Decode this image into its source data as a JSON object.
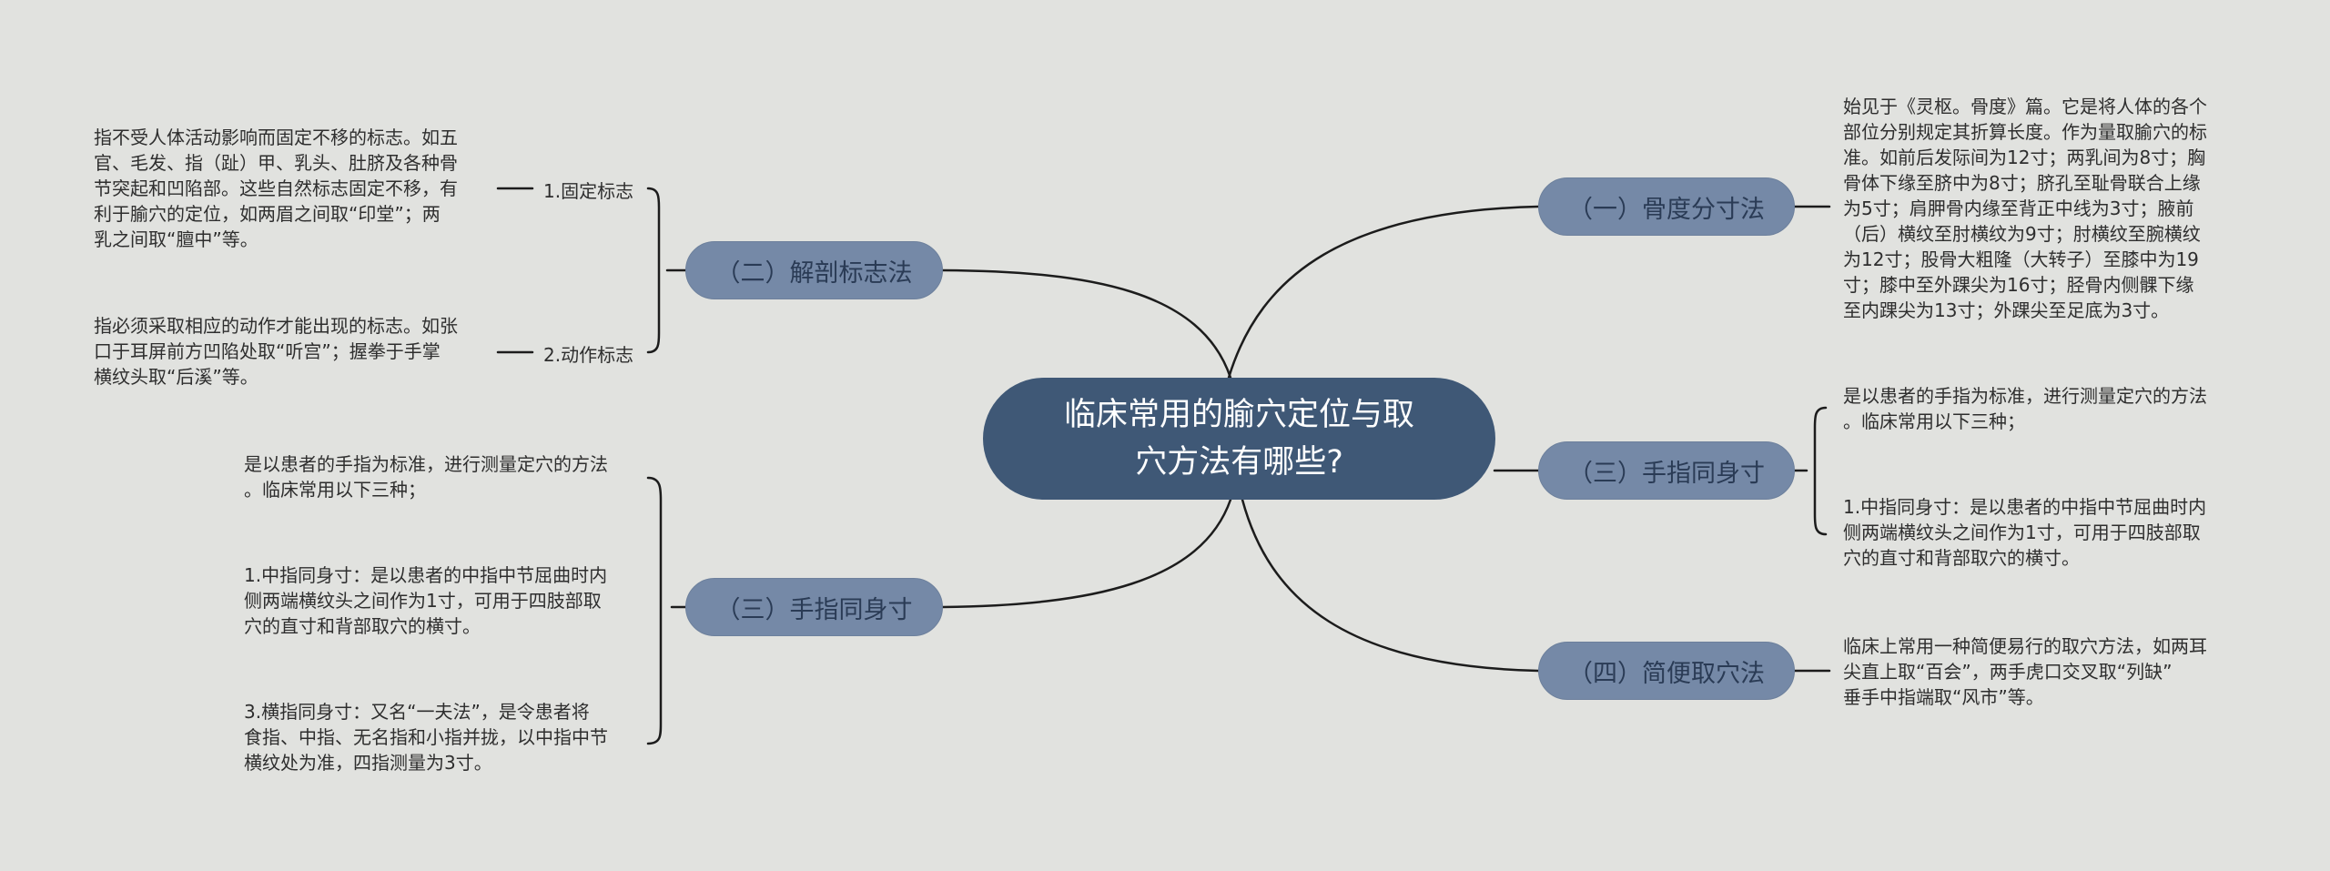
{
  "root": {
    "line1": "临床常用的腧穴定位与取",
    "line2": "穴方法有哪些?"
  },
  "branches": {
    "bone": {
      "label": "（一）骨度分寸法"
    },
    "finger_right": {
      "label": "（三）手指同身寸"
    },
    "simple": {
      "label": "（四）简便取穴法"
    },
    "anatomy": {
      "label": "（二）解剖标志法"
    },
    "finger_left": {
      "label": "（三）手指同身寸"
    }
  },
  "subs": {
    "fixed": "1.固定标志",
    "action": "2.动作标志"
  },
  "leaves": {
    "bone_text": [
      "始见于《灵枢。骨度》篇。它是将人体的各个",
      "部位分别规定其折算长度。作为量取腧穴的标",
      "准。如前后发际间为12寸；两乳间为8寸；胸",
      "骨体下缘至脐中为8寸；脐孔至耻骨联合上缘",
      "为5寸；肩胛骨内缘至背正中线为3寸；腋前",
      "（后）横纹至肘横纹为9寸；肘横纹至腕横纹",
      "为12寸；股骨大粗隆（大转子）至膝中为19",
      "寸；膝中至外踝尖为16寸；胫骨内侧髁下缘",
      "至内踝尖为13寸；外踝尖至足底为3寸。"
    ],
    "finger_right_intro": [
      "是以患者的手指为标准，进行测量定穴的方法",
      "。临床常用以下三种；"
    ],
    "finger_right_item1": [
      "1.中指同身寸：是以患者的中指中节屈曲时内",
      "侧两端横纹头之间作为1寸，可用于四肢部取",
      "穴的直寸和背部取穴的横寸。"
    ],
    "simple_text": [
      "临床上常用一种简便易行的取穴方法，如两耳",
      "尖直上取“百会”，两手虎口交叉取“列缺”",
      "垂手中指端取“风市”等。"
    ],
    "fixed_text": [
      "指不受人体活动影响而固定不移的标志。如五",
      "官、毛发、指（趾）甲、乳头、肚脐及各种骨",
      "节突起和凹陷部。这些自然标志固定不移，有",
      "利于腧穴的定位，如两眉之间取“印堂”；两",
      "乳之间取“膻中”等。"
    ],
    "action_text": [
      "指必须采取相应的动作才能出现的标志。如张",
      "口于耳屏前方凹陷处取“听宫”；握拳于手掌",
      "横纹头取“后溪”等。"
    ],
    "finger_left_intro": [
      "是以患者的手指为标准，进行测量定穴的方法",
      "。临床常用以下三种；"
    ],
    "finger_left_item1": [
      "1.中指同身寸：是以患者的中指中节屈曲时内",
      "侧两端横纹头之间作为1寸，可用于四肢部取",
      "穴的直寸和背部取穴的横寸。"
    ],
    "finger_left_item3": [
      "3.横指同身寸：又名“一夫法”，是令患者将",
      "食指、中指、无名指和小指并拢，以中指中节",
      "横纹处为准，四指测量为3寸。"
    ]
  },
  "colors": {
    "background": "#e1e2df",
    "root": "#3f5876",
    "branch": "#7589a7",
    "line": "#1f1f1f"
  }
}
